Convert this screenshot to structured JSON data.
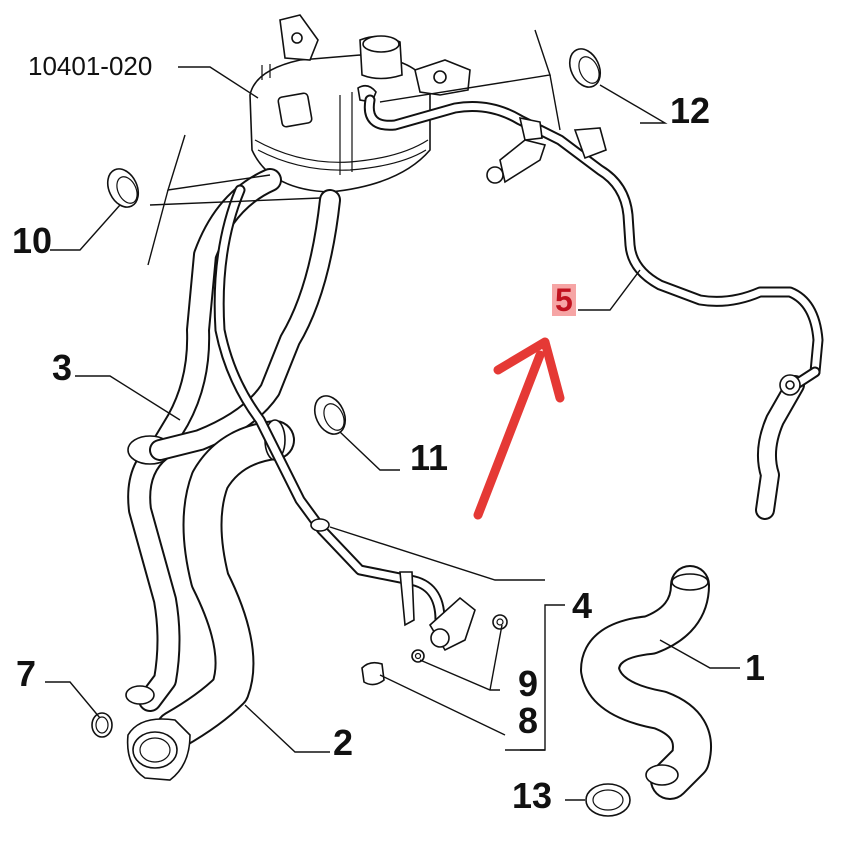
{
  "diagram": {
    "part_number": "10401-020",
    "callouts": {
      "c1": "1",
      "c2": "2",
      "c3": "3",
      "c4": "4",
      "c5": "5",
      "c7": "7",
      "c8": "8",
      "c9": "9",
      "c10": "10",
      "c11": "11",
      "c12": "12",
      "c13": "13"
    },
    "highlight_color": "#e53935",
    "highlight_bg": "#f6a5a5"
  }
}
